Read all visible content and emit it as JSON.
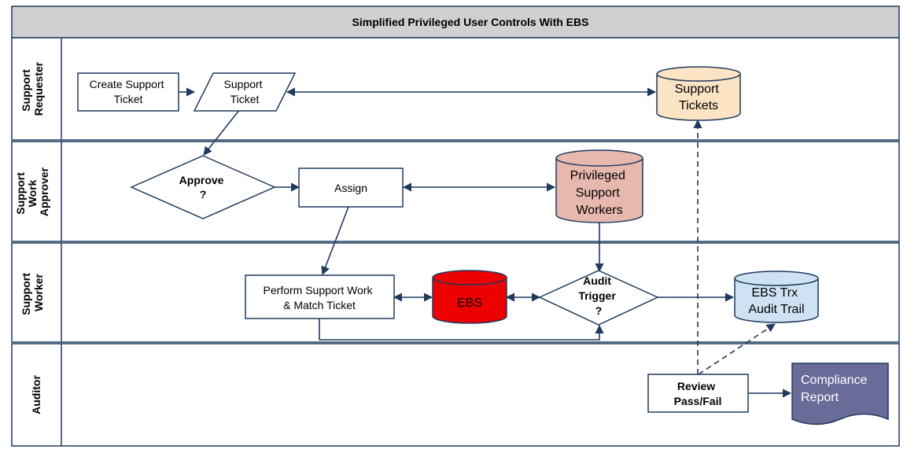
{
  "title": "Simplified Privileged User Controls With EBS",
  "lanes": [
    {
      "id": "requester",
      "label_lines": [
        "Support",
        "Requester"
      ]
    },
    {
      "id": "approver",
      "label_lines": [
        "Support",
        "Work",
        "Approver"
      ]
    },
    {
      "id": "worker",
      "label_lines": [
        "Support",
        "Worker"
      ]
    },
    {
      "id": "auditor",
      "label_lines": [
        "Auditor"
      ]
    }
  ],
  "nodes": {
    "create_ticket": {
      "lines": [
        "Create Support",
        "Ticket"
      ]
    },
    "support_ticket": {
      "lines": [
        "Support",
        "Ticket"
      ]
    },
    "support_tickets_db": {
      "lines": [
        "Support",
        "Tickets"
      ]
    },
    "approve": {
      "lines": [
        "Approve",
        "?"
      ]
    },
    "assign": {
      "lines": [
        "Assign"
      ]
    },
    "privileged_workers_db": {
      "lines": [
        "Privileged",
        "Support",
        "Workers"
      ]
    },
    "perform_work": {
      "lines": [
        "Perform Support Work",
        "& Match Ticket"
      ]
    },
    "ebs_db": {
      "lines": [
        "EBS"
      ]
    },
    "audit_trigger": {
      "lines": [
        "Audit",
        "Trigger",
        "?"
      ]
    },
    "audit_trail_db": {
      "lines": [
        "EBS Trx",
        "Audit Trail"
      ]
    },
    "review": {
      "lines": [
        "Review",
        "Pass/Fail"
      ]
    },
    "compliance_report": {
      "lines": [
        "Compliance",
        "Report"
      ]
    }
  },
  "colors": {
    "title_bar": "#d0d0d0",
    "support_tickets_db": "#fbe3c4",
    "privileged_workers_db": "#e6b8ae",
    "ebs_db": "#ee0000",
    "audit_trail_db": "#cfe2f3",
    "compliance_report": "#6b6b9a",
    "stroke": "#1f3a5f"
  }
}
